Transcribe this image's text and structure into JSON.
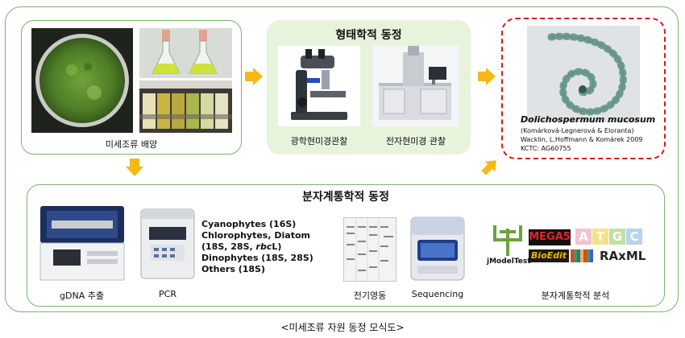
{
  "colors": {
    "border_green": "#7bb36a",
    "panel_green": "#e8f3dc",
    "arrow": "#f5b815",
    "result_border": "#d61a1a"
  },
  "culture": {
    "label": "미세조류 배양"
  },
  "morphology": {
    "title": "형태학적 동정",
    "optical_label": "광학현미경관찰",
    "electron_label": "전자현미경 관찰"
  },
  "result": {
    "species": "Dolichospermum mucosum",
    "authority_1": "(Komárková-Legnerová  & Eloranta)",
    "authority_2": "Wacklin, L.Hoffmann  & Komárek 2009",
    "kctc": "KCTC: AG60755"
  },
  "molecular": {
    "title": "분자계통학적 동정",
    "gdna_label": "gDNA 추출",
    "pcr_label": "PCR",
    "genes": [
      "Cyanophytes (16S)",
      "Chlorophytes, Diatom",
      "Dinophytes (18S, 28S)",
      "Others (18S)"
    ],
    "gene_line3_pre": "(18S, 28S, ",
    "gene_line3_ital": "rbc",
    "gene_line3_post": "L)",
    "electrophoresis_label": "전기영동",
    "sequencing_label": "Sequencing",
    "analysis_label": "분자계통학적 분석",
    "software": {
      "jmodeltest": "jModelTest",
      "mega": "MEGA5",
      "bioedit": "BioEdit",
      "raxml": "RAxML",
      "atgc": [
        "A",
        "T",
        "G",
        "C"
      ]
    }
  },
  "caption": "<미세조류 자원 동정 모식도>"
}
